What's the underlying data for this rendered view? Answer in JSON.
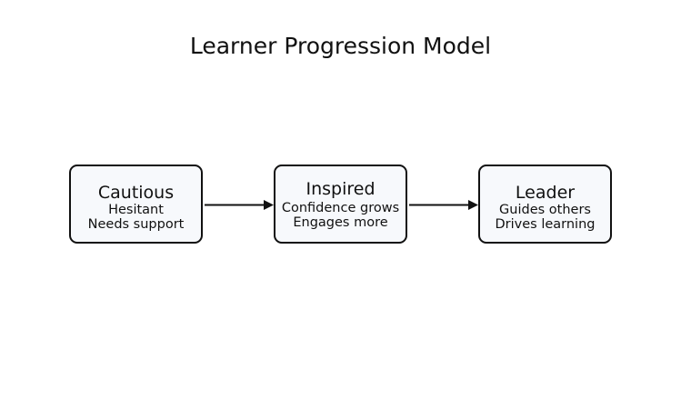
{
  "diagram": {
    "title": "Learner Progression Model",
    "nodes": [
      {
        "title": "Cautious",
        "lines": [
          "Hesitant",
          "Needs support"
        ]
      },
      {
        "title": "Inspired",
        "lines": [
          "Confidence grows",
          "Engages more"
        ]
      },
      {
        "title": "Leader",
        "lines": [
          "Guides others",
          "Drives learning"
        ]
      }
    ],
    "edges": [
      {
        "from": "Cautious",
        "to": "Inspired"
      },
      {
        "from": "Inspired",
        "to": "Leader"
      }
    ]
  }
}
